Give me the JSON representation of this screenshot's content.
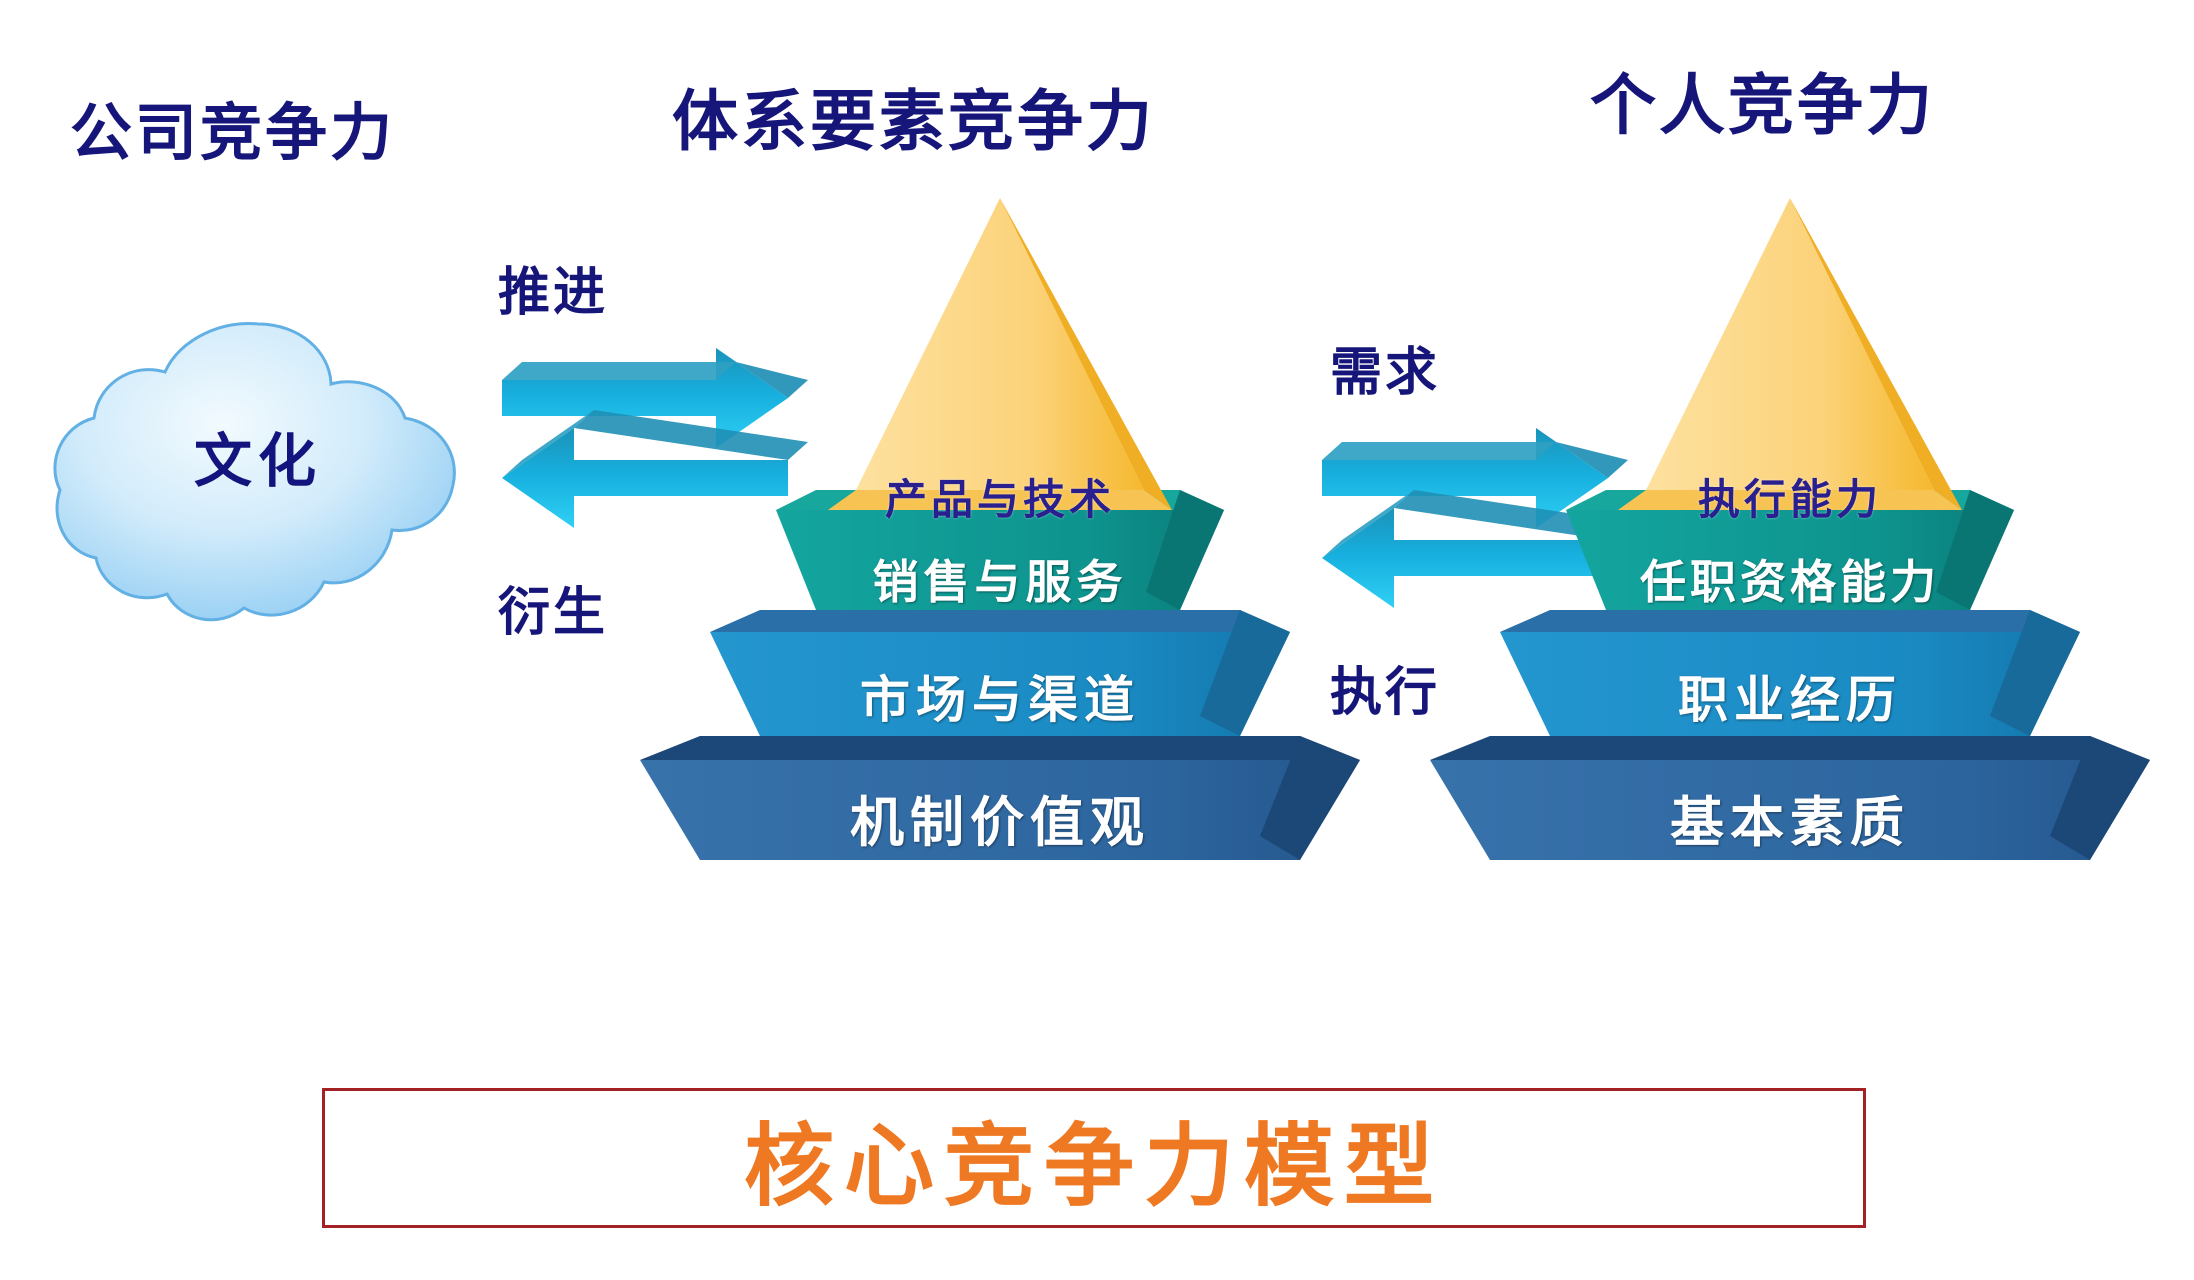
{
  "headings": {
    "company": "公司竞争力",
    "system": "体系要素竞争力",
    "personal": "个人竞争力"
  },
  "cloud": {
    "label": "文化",
    "fill_light": "#e8f4fd",
    "fill_mid": "#bfe0f7",
    "fill_deep": "#7fc2ef",
    "stroke": "#5aa8e0",
    "text_color": "#14147e"
  },
  "arrow_groups": [
    {
      "name": "culture-to-system",
      "top_label": "推进",
      "bottom_label": "衍生",
      "color_light": "#3dc8f0",
      "color_mid": "#18b4e2",
      "color_dark": "#0d8fbe",
      "color_top_face": "#1f9fc4",
      "text_color": "#16167a"
    },
    {
      "name": "system-to-personal",
      "top_label": "需求",
      "bottom_label": "执行",
      "color_light": "#3dc8f0",
      "color_mid": "#18b4e2",
      "color_dark": "#0d8fbe",
      "color_top_face": "#1f9fc4",
      "text_color": "#16167a"
    }
  ],
  "pyramids": [
    {
      "name": "system-elements",
      "tiers": [
        {
          "label": "产品与技术",
          "face": "#fcd981",
          "face_dark": "#f7b733",
          "side": "#e8a421",
          "top": "#fde9b4",
          "text": "#2a1f8f",
          "style": "apex"
        },
        {
          "label": "销售与服务",
          "face": "#109a96",
          "face_dark": "#0b827f",
          "side": "#0a7673",
          "top": "#2bb7ac",
          "text": "#ffffff",
          "style": "body"
        },
        {
          "label": "市场与渠道",
          "face": "#1e8fc8",
          "face_dark": "#1272a5",
          "side": "#176a99",
          "top": "#2a6fa8",
          "text": "#ffffff",
          "style": "body"
        },
        {
          "label": "机制价值观",
          "face": "#2f6aa5",
          "face_dark": "#1f4f86",
          "side": "#1c4878",
          "top": "#1b4779",
          "text": "#ffffff",
          "style": "body"
        }
      ]
    },
    {
      "name": "personal-competency",
      "tiers": [
        {
          "label": "执行能力",
          "face": "#fcd981",
          "face_dark": "#f7b733",
          "side": "#e8a421",
          "top": "#fde9b4",
          "text": "#2a1f8f",
          "style": "apex"
        },
        {
          "label": "任职资格能力",
          "face": "#109a96",
          "face_dark": "#0b827f",
          "side": "#0a7673",
          "top": "#2bb7ac",
          "text": "#ffffff",
          "style": "body"
        },
        {
          "label": "职业经历",
          "face": "#1e8fc8",
          "face_dark": "#1272a5",
          "side": "#176a99",
          "top": "#2a6fa8",
          "text": "#ffffff",
          "style": "body"
        },
        {
          "label": "基本素质",
          "face": "#2f6aa5",
          "face_dark": "#1f4f86",
          "side": "#1c4878",
          "top": "#1b4779",
          "text": "#ffffff",
          "style": "body"
        }
      ]
    }
  ],
  "footer_title": {
    "text": "核心竞争力模型",
    "text_color": "#ef7822",
    "border_color": "#a32226"
  },
  "background_color": "#ffffff"
}
